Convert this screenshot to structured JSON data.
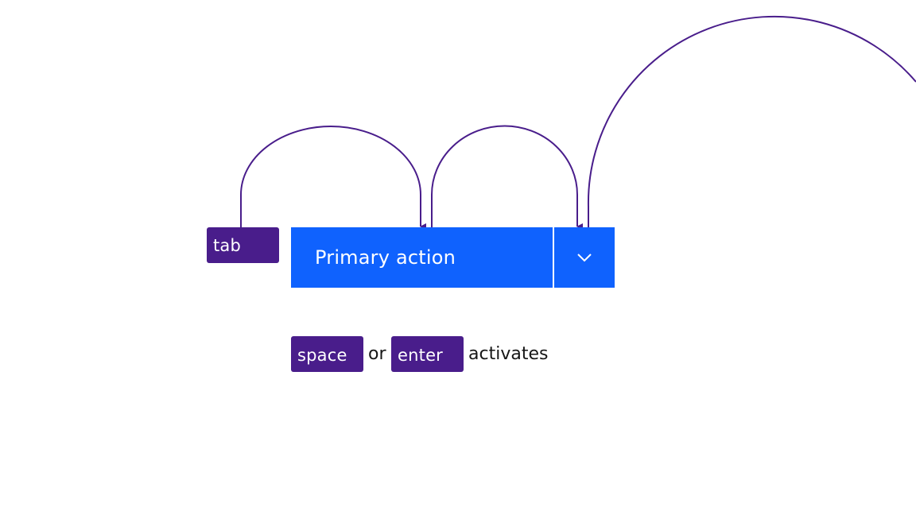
{
  "colors": {
    "key_bg": "#491d8b",
    "button_bg": "#0f62fe",
    "arrow_stroke": "#491d8b",
    "text": "#161616"
  },
  "keys": {
    "tab": "tab",
    "space": "space",
    "enter": "enter"
  },
  "button": {
    "primary_label": "Primary action",
    "menu_icon": "chevron-down-icon"
  },
  "caption": {
    "or": "or",
    "activates": "activates"
  }
}
